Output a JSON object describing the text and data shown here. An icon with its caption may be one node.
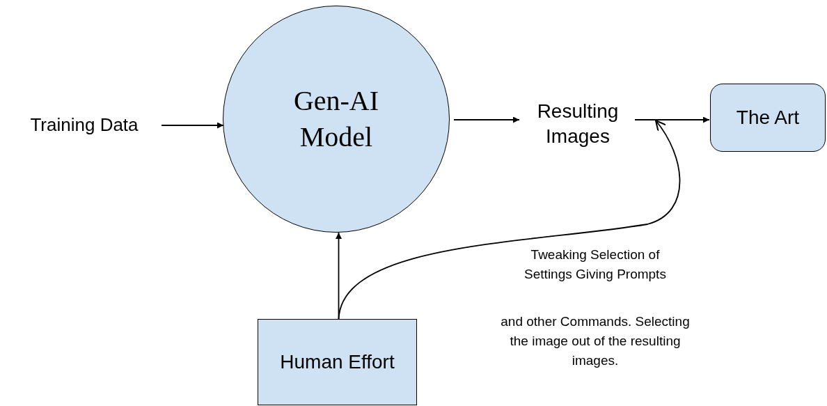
{
  "diagram": {
    "nodes": [
      {
        "text": [
          "Training Data"
        ]
      },
      {
        "text": [
          "Gen-AI Model"
        ]
      },
      {
        "text": [
          "Resulting Images"
        ]
      },
      {
        "text": [
          "The Art"
        ]
      },
      {
        "text": [
          "Human Effort"
        ]
      }
    ],
    "edges": [
      {
        "from": 0,
        "to": 1,
        "arrow": "to"
      },
      {
        "from": 1,
        "to": 2,
        "arrow": "to"
      },
      {
        "from": 2,
        "to": 3,
        "arrow": "to"
      },
      {
        "from": 4,
        "to": 1,
        "arrow": "to"
      },
      {
        "from": 4,
        "to": 2,
        "arrow": "to"
      }
    ],
    "labels": [
      "Tweaking Selection of Settings Giving Prompts",
      "and other Commands. Selecting the image out of the resulting images."
    ]
  }
}
